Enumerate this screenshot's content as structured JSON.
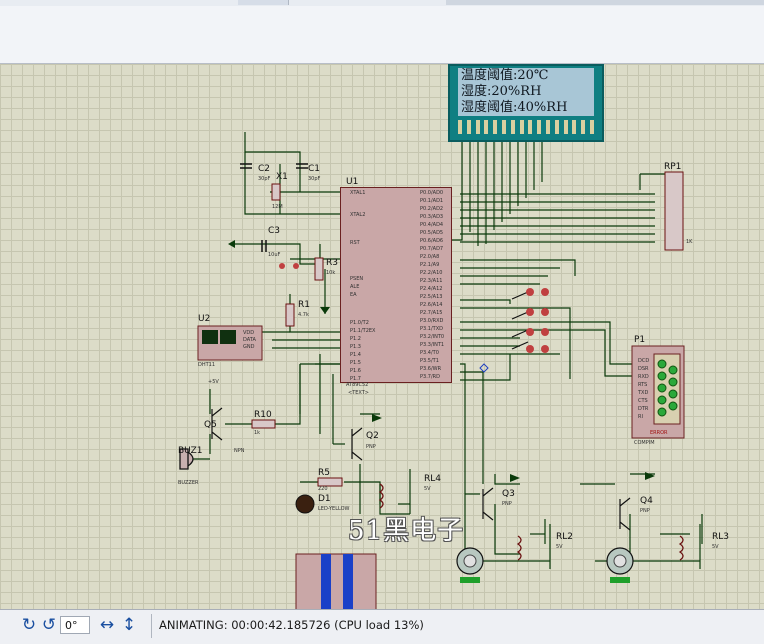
{
  "lcd": {
    "line1": "温度阈值:20℃",
    "line2": "湿度:20%RH",
    "line3": "湿度阈值:40%RH"
  },
  "labels": {
    "u1": "U1",
    "u1_part": "AT89C52",
    "u1_pins_left": [
      "XTAL1",
      "XTAL2",
      "RST",
      "PSEN",
      "ALE",
      "EA",
      "P1.0/T2",
      "P1.1/T2EX",
      "P1.2",
      "P1.3",
      "P1.4",
      "P1.5",
      "P1.6",
      "P1.7"
    ],
    "u1_pins_right": [
      "P0.0/AD0",
      "P0.1/AD1",
      "P0.2/AD2",
      "P0.3/AD3",
      "P0.4/AD4",
      "P0.5/AD5",
      "P0.6/AD6",
      "P0.7/AD7",
      "P2.0/A8",
      "P2.1/A9",
      "P2.2/A10",
      "P2.3/A11",
      "P2.4/A12",
      "P2.5/A13",
      "P2.6/A14",
      "P2.7/A15",
      "P3.0/RXD",
      "P3.1/TXD",
      "P3.2/INT0",
      "P3.3/INT1",
      "P3.4/T0",
      "P3.5/T1",
      "P3.6/WR",
      "P3.7/RD"
    ],
    "c1": "C1",
    "c1_val": "30pF",
    "c2": "C2",
    "c2_val": "30pF",
    "c3": "C3",
    "c3_val": "10uF",
    "x1": "X1",
    "x1_val": "12M",
    "r1": "R1",
    "r1_val": "4.7k",
    "r3": "R3",
    "r3_val": "10k",
    "r5": "R5",
    "r5_val": "220",
    "r10": "R10",
    "r10_val": "1k",
    "rp1": "RP1",
    "rp1_val": "1K",
    "u2": "U2",
    "u2_part": "DHT11",
    "u2_pins": [
      "VDD",
      "DATA",
      "GND"
    ],
    "q2": "Q2",
    "q3": "Q3",
    "q4": "Q4",
    "q5": "Q5",
    "pnp": "PNP",
    "npn": "NPN",
    "buz1": "BUZ1",
    "buzzer": "BUZZER",
    "d1": "D1",
    "d1_val": "LED-YELLOW",
    "rl2": "RL2",
    "rl3": "RL3",
    "rl4": "RL4",
    "rl_val": "5V",
    "p1": "P1",
    "p1_part": "COMPIM",
    "p1_pins": [
      "DCD",
      "DSR",
      "RXD",
      "RTS",
      "TXD",
      "CTS",
      "DTR",
      "RI"
    ],
    "error": "ERROR",
    "vcc": "+5V",
    "text_tag": "<TEXT>"
  },
  "watermark": "51黑电子",
  "statusbar": {
    "rotation": "0°",
    "status_text": "ANIMATING: 00:00:42.185726 (CPU load 13%)"
  },
  "icons": {
    "rotate_cw": "rotate-clockwise-icon",
    "rotate_ccw": "rotate-anticlockwise-icon",
    "mirror_h": "mirror-horizontal-icon",
    "mirror_v": "mirror-vertical-icon"
  }
}
